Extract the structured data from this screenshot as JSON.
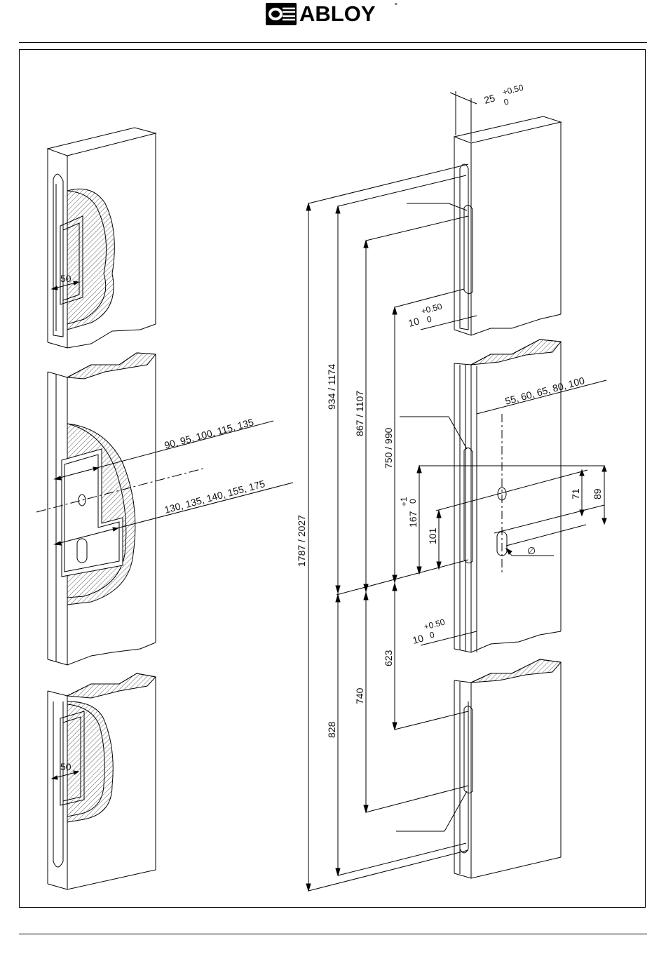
{
  "brand": {
    "name": "ABLOY",
    "mark": "°"
  },
  "left_views": {
    "top_width": "50",
    "mid_upper_list": "90, 95, 100, 115, 135",
    "mid_lower_list": "130, 135, 140, 155, 175",
    "bottom_width": "50"
  },
  "right_views": {
    "top_offset": "25",
    "top_tol_plus": "+0.50",
    "top_tol_zero": "0",
    "upper_slot": "10",
    "upper_tol_plus": "+0.50",
    "upper_tol_zero": "0",
    "backset_list": "55, 60, 65, 80, 100",
    "dist_71": "71",
    "dist_89": "89",
    "diameter": "∅",
    "lower_slot": "10",
    "lower_tol_plus": "+0.50",
    "lower_tol_zero": "0"
  },
  "vertical_dims": {
    "total": "1787 / 2027",
    "top_lock": "934 / 1174",
    "second": "867 / 1107",
    "third": "750 / 990",
    "height_167": "167",
    "tol_167_plus": "+1",
    "tol_167_zero": "0",
    "height_101": "101",
    "lower_623": "623",
    "lower_740": "740",
    "lower_828": "828"
  }
}
